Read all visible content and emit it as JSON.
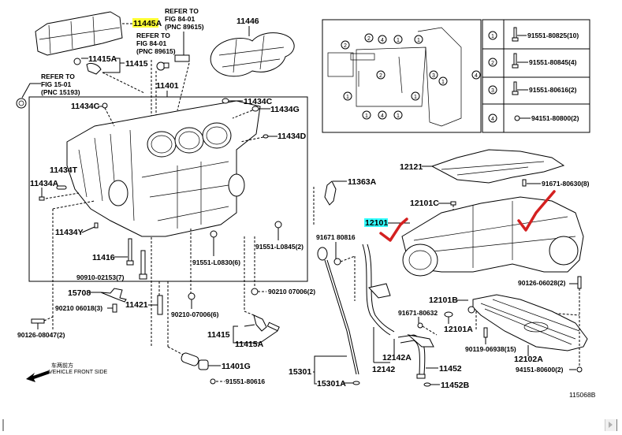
{
  "diagram": {
    "figure_number": "115068B",
    "highlights": {
      "yellow_part": "11445A",
      "cyan_part": "12101",
      "highlight_yellow": "#ffff33",
      "highlight_cyan": "#33ffff",
      "checkmark_color": "#d42020"
    },
    "refer_notes": [
      {
        "line1": "REFER TO",
        "line2": "FIG 84-01",
        "line3": "(PNC 89615)"
      },
      {
        "line1": "REFER TO",
        "line2": "FIG 84-01",
        "line3": "(PNC 89615)"
      },
      {
        "line1": "REFER TO",
        "line2": "FIG 15-01",
        "line3": "(PNC 15193)"
      }
    ],
    "labels": {
      "p11445A": "11445A",
      "p11446": "11446",
      "p11415A_top": "11415A",
      "p11415_top": "11415",
      "p11401": "11401",
      "p11434C_a": "11434C",
      "p11434C_b": "11434C",
      "p11434G": "11434G",
      "p11434D": "11434D",
      "p11434T": "11434T",
      "p11434A": "11434A",
      "p11434Y": "11434Y",
      "p11416": "11416",
      "p90910": "90910-02153(7)",
      "p91551_L0830": "91551-L0830(6)",
      "p91551_L0845": "91551-L0845(2)",
      "p15708": "15708",
      "p90210_06018": "90210 06018(3)",
      "p11421": "11421",
      "p90210_07006_6": "90210-07006(6)",
      "p90210_07006_2": "90210 07006(2)",
      "p90126_08047": "90126-08047(2)",
      "p11415_bot": "11415",
      "p11415A_bot": "11415A",
      "p11401G": "11401G",
      "p91551_80616": "91551-80616",
      "p15301": "15301",
      "p15301A": "15301A",
      "p12142": "12142",
      "p12142A": "12142A",
      "p11452": "11452",
      "p11452B": "11452B",
      "p11363A": "11363A",
      "p12121": "12121",
      "p12101C": "12101C",
      "p12101": "12101",
      "p91671_80816": "91671 80816",
      "p91671_80630": "91671-80630(8)",
      "p90126_06028": "90126-06028(2)",
      "p12101B": "12101B",
      "p91671_80632": "91671-80632",
      "p12101A": "12101A",
      "p90119_06938": "90119-06938(15)",
      "p12102A": "12102A",
      "p94151_80600": "94151-80600(2)"
    },
    "front_indicator": {
      "chinese": "车两前方",
      "english": "VEHICLE FRONT SIDE"
    },
    "bolt_legend": [
      {
        "key": "1",
        "part": "91551-80825(10)"
      },
      {
        "key": "2",
        "part": "91551-80845(4)"
      },
      {
        "key": "3",
        "part": "91551-80616(2)"
      },
      {
        "key": "4",
        "part": "94151-80800(2)"
      }
    ],
    "inset_callouts": [
      "1",
      "2",
      "3",
      "4"
    ]
  }
}
